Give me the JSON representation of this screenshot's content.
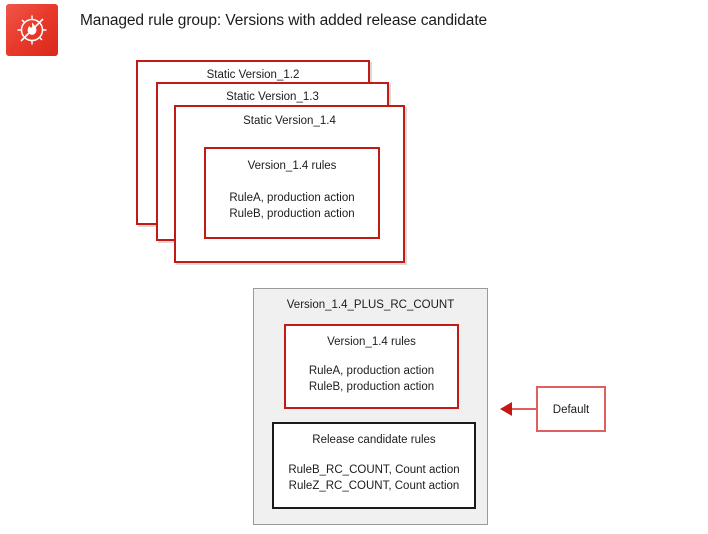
{
  "header": {
    "icon_name": "aws-waf-icon",
    "title": "Managed rule group: Versions with added release candidate"
  },
  "colors": {
    "accent_red": "#C41A15",
    "icon_red": "#E8392B",
    "light_red": "#E06060",
    "panel_gray_fill": "#F0F0F0",
    "panel_gray_border": "#9A9A9A",
    "black_border": "#1A1A1A",
    "text": "#1C1C1C"
  },
  "stacked_versions": {
    "back": {
      "label": "Static Version_1.2"
    },
    "middle": {
      "label": "Static Version_1.3"
    },
    "front": {
      "label": "Static Version_1.4"
    },
    "rules_card": {
      "title": "Version_1.4 rules",
      "rules": [
        "RuleA, production action",
        "RuleB, production action"
      ]
    }
  },
  "rc_panel": {
    "label": "Version_1.4_PLUS_RC_COUNT",
    "production_card": {
      "title": "Version_1.4 rules",
      "rules": [
        "RuleA, production action",
        "RuleB, production action"
      ]
    },
    "release_candidate_card": {
      "title": "Release candidate rules",
      "rules": [
        "RuleB_RC_COUNT, Count action",
        "RuleZ_RC_COUNT, Count action"
      ]
    }
  },
  "default_callout": {
    "label": "Default",
    "arrow_name": "arrow-left-icon"
  }
}
